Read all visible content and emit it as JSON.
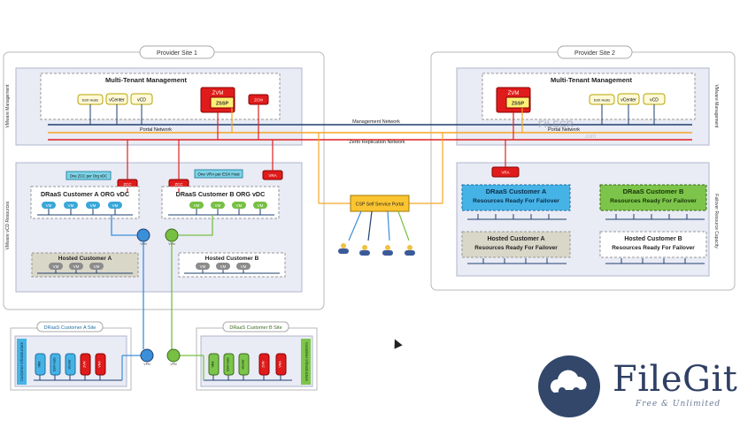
{
  "sites": {
    "provider1": "Provider Site 1",
    "provider2": "Provider Site 2",
    "custA": "DRaaS Customer A Site",
    "custB": "DRaaS Customer B Site"
  },
  "side_labels": {
    "vmware_mgmt": "VMware Management",
    "vmware_vcd": "VMware vCD Resources",
    "failover": "Failover Resource Capacity",
    "cust_infra": "Customer Infrastructure"
  },
  "mtm": {
    "title": "Multi-Tenant Management",
    "esx_hosts": "ESX Hosts",
    "vcenter": "vCenter",
    "vcd": "vCD",
    "zvm": "ZVM",
    "zssp": "ZSSP",
    "zcm": "ZCM"
  },
  "networks": {
    "management": "Management Network",
    "portal": "Portal Network",
    "zerto": "Zerto Replication Network"
  },
  "callouts": {
    "zcc_per_org": "One ZCC per Org vDC",
    "vra_per_host": "One VRA per ESX Host",
    "zcc": "ZCC",
    "vra": "VRA"
  },
  "org_vdc": {
    "a": "DRaaS Customer A ORG vDC",
    "b": "DRaaS Customer B ORG vDC",
    "vm": "VM"
  },
  "hosted": {
    "a": "Hosted Customer A",
    "b": "Hosted Customer B"
  },
  "csp": "CSP Self Service Portal",
  "site2_resources": {
    "a_ready_title": "DRaaS Customer A",
    "a_ready_sub": "Resources  Ready For Failover",
    "b_ready_title": "DRaaS Customer B",
    "b_ready_sub": "Resources Ready For Failover",
    "hosted_a_title": "Hosted Customer A",
    "hosted_a_sub": "Resources Ready For Failover",
    "hosted_b_title": "Hosted Customer B",
    "hosted_b_sub": "Resources Ready For Failover"
  },
  "site_items": {
    "vms": "VMs",
    "esx": "ESX Hosts",
    "vcenter": "vCenter",
    "zvm": "ZVM",
    "vra": "VRA",
    "vpn": "VPN"
  },
  "watermark": {
    "small": "FILECR",
    "small_sub": ".com",
    "title": "FileGit",
    "sub": "Free & Unlimited"
  },
  "colors": {
    "management_line": "#1f3f6e",
    "portal_line": "#f5a623",
    "zerto_line": "#e02020",
    "customer_a_link": "#3b8fd9",
    "customer_b_link": "#8cc63f",
    "vm_blue": "#3aa7d8",
    "vm_green": "#77c043",
    "panel_fill": "#eceef7"
  }
}
